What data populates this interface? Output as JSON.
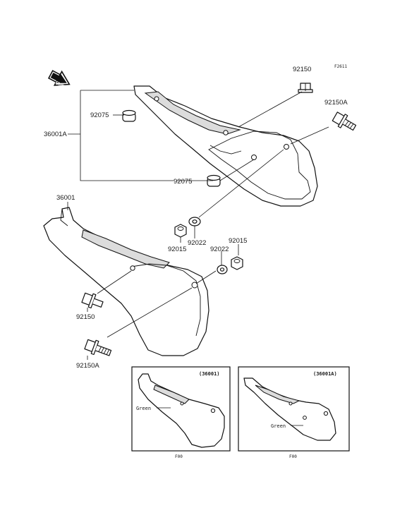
{
  "labels": {
    "diagram_code": "F2611",
    "front": "FRONT",
    "p_92150_top": "92150",
    "p_92150A_top": "92150A",
    "p_92075_upper": "92075",
    "p_36001A": "36001A",
    "p_92075_lower": "92075",
    "p_36001": "36001",
    "p_92015_left": "92015",
    "p_92022_left": "92022",
    "p_92022_right": "92022",
    "p_92015_right": "92015",
    "p_92150_bottom": "92150",
    "p_92150A_bottom": "92150A"
  },
  "insets": [
    {
      "part": "(36001)",
      "color_label": "Green",
      "footer": "F00"
    },
    {
      "part": "(36001A)",
      "color_label": "Green",
      "footer": "F00"
    }
  ]
}
